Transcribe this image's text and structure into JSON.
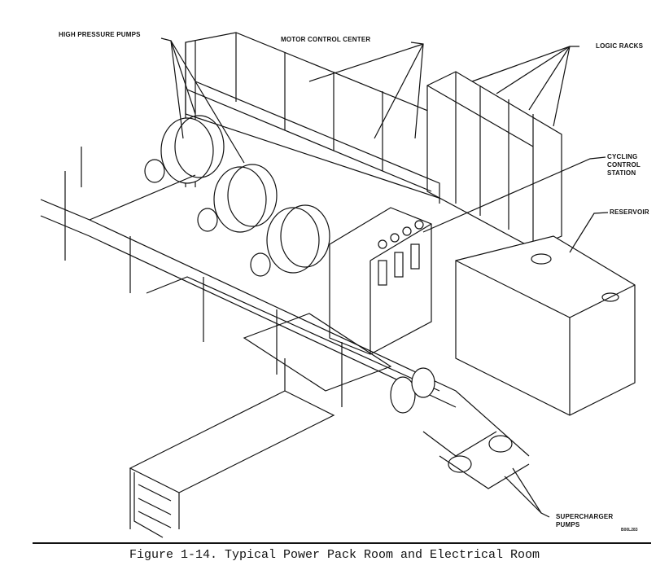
{
  "figure": {
    "caption": "Figure 1-14.  Typical Power Pack Room and Electrical Room",
    "drawing_code": "B00L283",
    "callouts": {
      "high_pressure_pumps": "HIGH PRESSURE PUMPS",
      "motor_control_center": "MOTOR CONTROL CENTER",
      "logic_racks": "LOGIC RACKS",
      "cycling_control_station": "CYCLING\nCONTROL\nSTATION",
      "reservoir": "RESERVOIR",
      "supercharger_pumps": "SUPERCHARGER\nPUMPS"
    }
  }
}
